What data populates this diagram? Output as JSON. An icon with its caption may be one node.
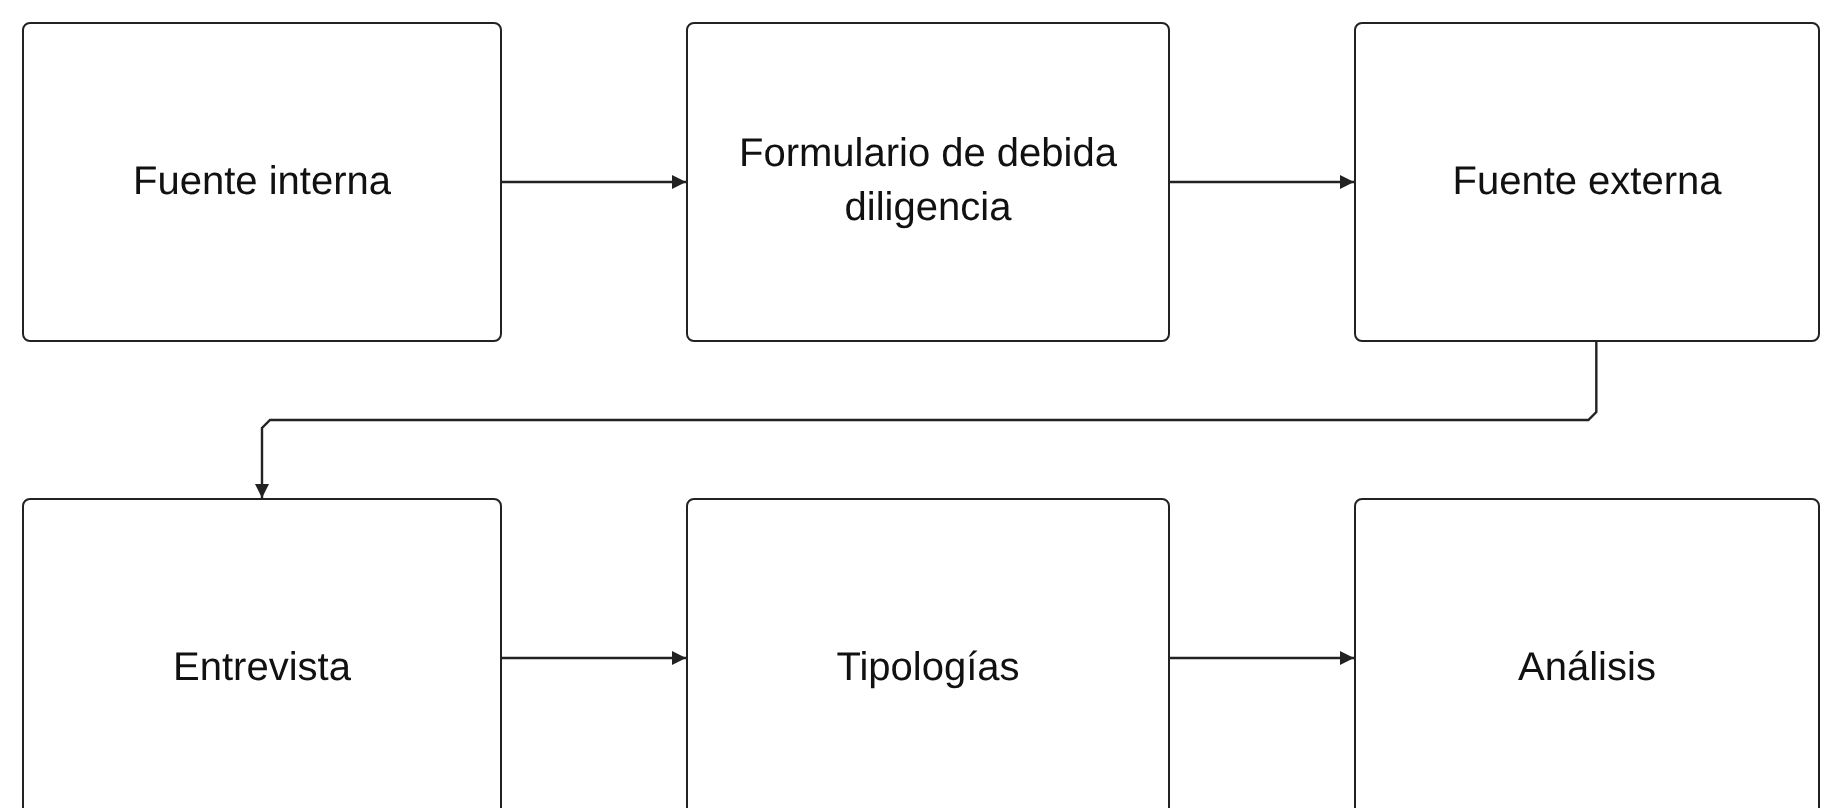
{
  "diagram": {
    "nodes": [
      {
        "text": [
          "Fuente interna"
        ]
      },
      {
        "text": [
          "Formulario de debida diligencia"
        ]
      },
      {
        "text": [
          "Fuente externa"
        ]
      },
      {
        "text": [
          "Entrevista"
        ]
      },
      {
        "text": [
          "Tipologías"
        ]
      },
      {
        "text": [
          "Análisis"
        ]
      }
    ],
    "edges": [
      {
        "from": 0,
        "to": 1,
        "arrow": "to"
      },
      {
        "from": 1,
        "to": 2,
        "arrow": "to"
      },
      {
        "from": 2,
        "to": 3,
        "arrow": "to"
      },
      {
        "from": 3,
        "to": 4,
        "arrow": "to"
      },
      {
        "from": 4,
        "to": 5,
        "arrow": "to"
      }
    ]
  }
}
